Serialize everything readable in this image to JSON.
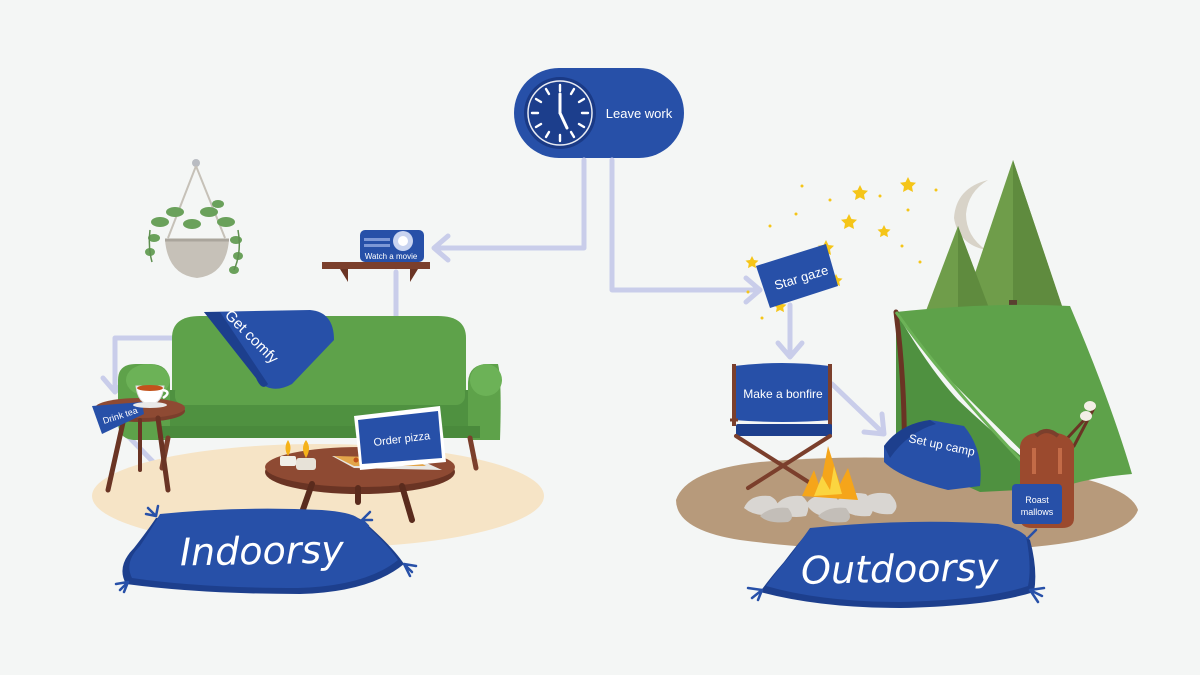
{
  "start": {
    "label": "Leave work"
  },
  "indoor": {
    "title": "Indoorsy",
    "steps": {
      "watch_movie": "Watch a movie",
      "get_comfy": "Get comfy",
      "order_pizza": "Order pizza",
      "drink_tea": "Drink tea"
    }
  },
  "outdoor": {
    "title": "Outdoorsy",
    "steps": {
      "star_gaze": "Star gaze",
      "make_bonfire": "Make a bonfire",
      "set_up_camp": "Set up camp",
      "roast_mallows_line1": "Roast",
      "roast_mallows_line2": "mallows"
    }
  },
  "colors": {
    "brand_blue": "#2750a8",
    "sofa_green": "#5ea24a",
    "arrow": "#c9cdea",
    "rug_indoor": "#f6e4c6",
    "ground_outdoor": "#b79a7b"
  }
}
